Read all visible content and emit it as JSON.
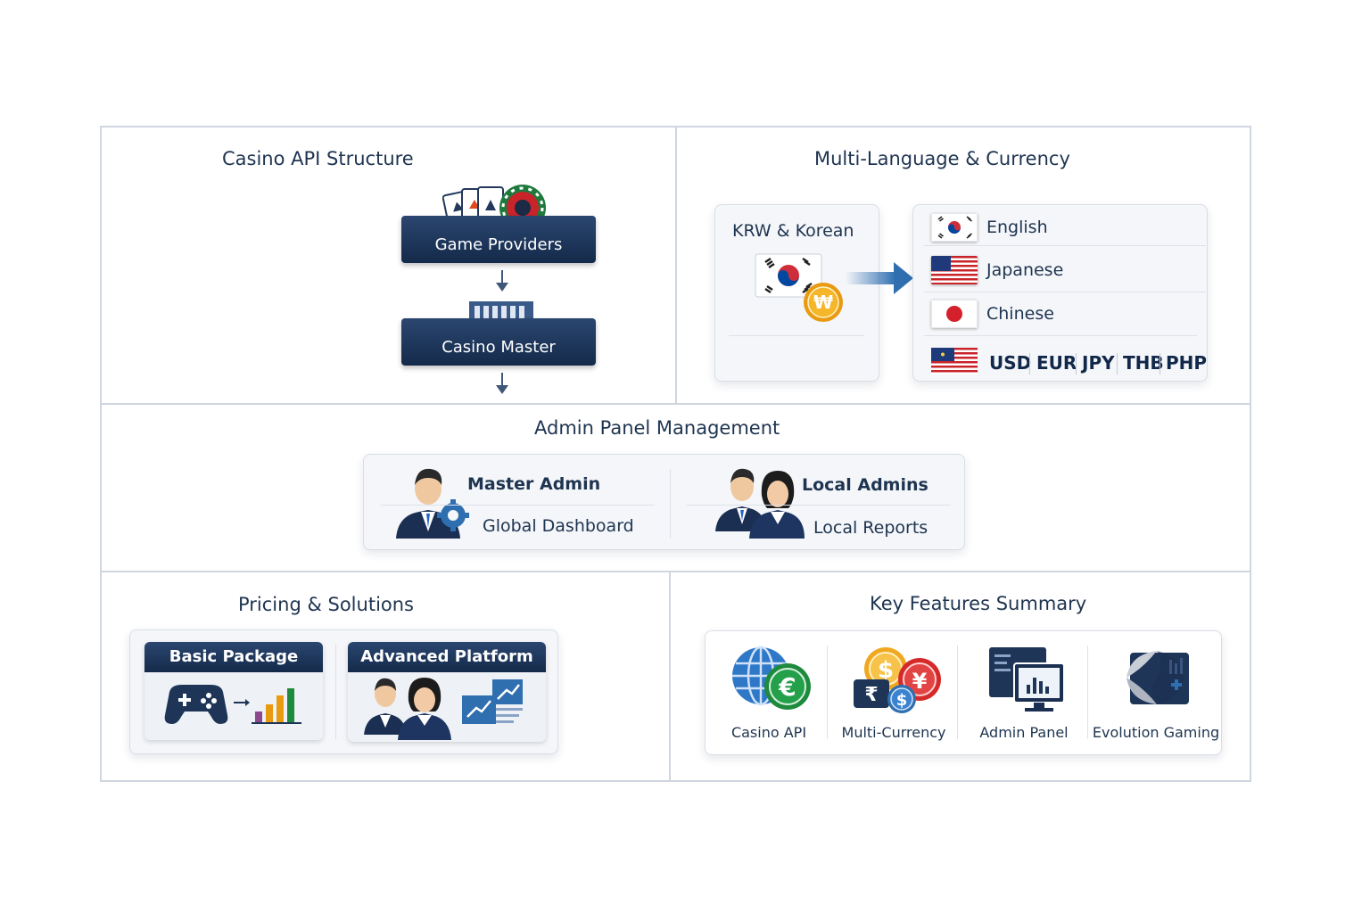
{
  "sections": {
    "api": {
      "title": "Casino API Structure",
      "providers": "Game Providers",
      "master": "Casino Master"
    },
    "lang": {
      "title": "Multi-Language & Currency",
      "source": "KRW & Korean",
      "languages": [
        "English",
        "Japanese",
        "Chinese"
      ],
      "currencies": [
        "USD",
        "EUR",
        "JPY",
        "THB",
        "PHP"
      ],
      "won_symbol": "₩"
    },
    "admin": {
      "title": "Admin Panel Management",
      "master_admin": "Master Admin",
      "global_dashboard": "Global Dashboard",
      "local_admins": "Local Admins",
      "local_reports": "Local Reports"
    },
    "pricing": {
      "title": "Pricing & Solutions",
      "basic": "Basic Package",
      "advanced": "Advanced Platform"
    },
    "features": {
      "title": "Key Features Summary",
      "items": [
        "Casino API",
        "Multi-Currency",
        "Admin Panel",
        "Evolution Gaming"
      ]
    }
  },
  "colors": {
    "navy": "#142a4a",
    "accent_blue": "#2f6fb0",
    "gold": "#f0a820",
    "green": "#1e8a3e",
    "red": "#d42a2a"
  }
}
